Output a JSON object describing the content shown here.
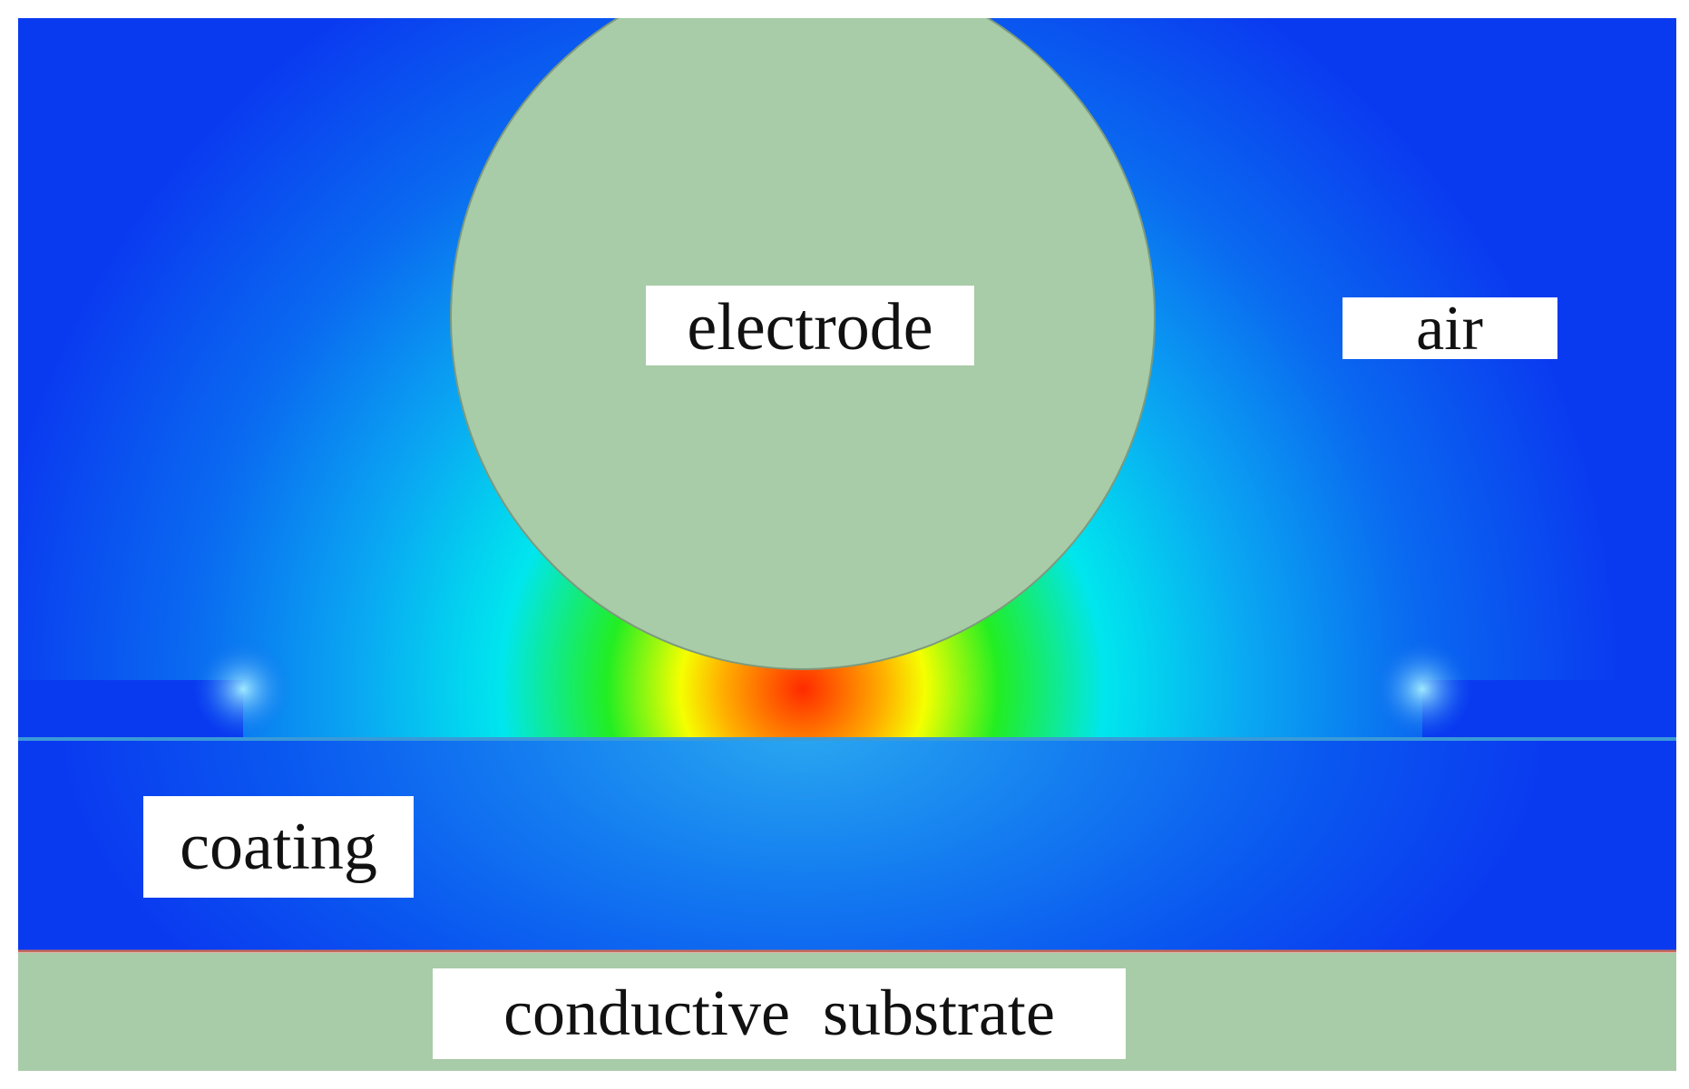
{
  "labels": {
    "electrode": "electrode",
    "air": "air",
    "coating": "coating",
    "substrate": "conductive  substrate"
  },
  "colors": {
    "background_field": "#0a3af0",
    "material_fill": "#a8cba8",
    "label_box": "#ffffff",
    "label_text": "#111111",
    "hot": "#ff2a00",
    "warm": "#ffff00",
    "mid": "#22ee22",
    "cool": "#00e6ee",
    "cold": "#0a3af0"
  }
}
